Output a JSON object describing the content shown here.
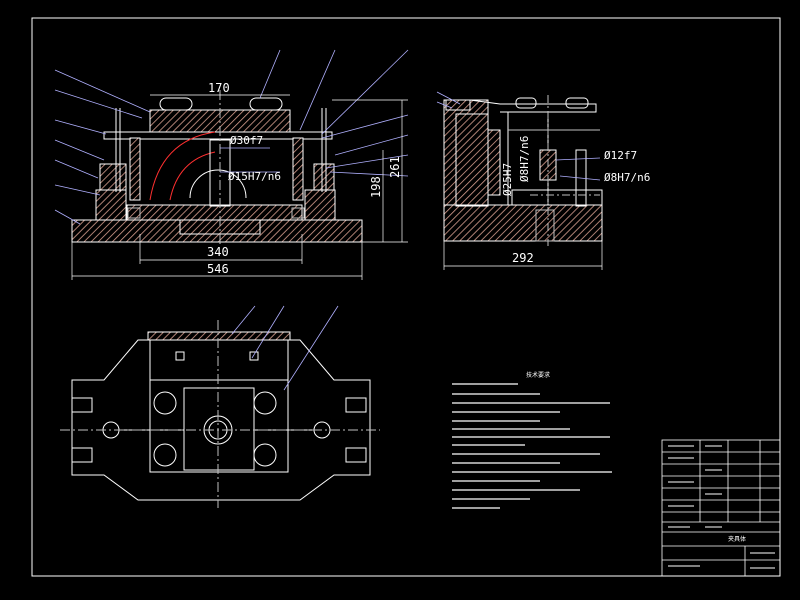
{
  "colors": {
    "background": "#000000",
    "outline": "#ffffff",
    "leader": "#b0b0ff",
    "hatch": "#d8a090",
    "hidden": "#c0c0c0",
    "section_red": "#ff3030"
  },
  "front_view": {
    "dim_top": "170",
    "dim_bore_1": "Ø30f7",
    "dim_bore_2": "Ø15H7/n6",
    "dim_height_1": "198",
    "dim_height_2": "261",
    "dim_bottom_1": "340",
    "dim_bottom_2": "546"
  },
  "side_view": {
    "dim_fit_1": "Ø12f7",
    "dim_fit_2": "Ø8H7/n6",
    "dim_fit_v1": "Ø8H7/n6",
    "dim_fit_v2": "Ø25H7",
    "dim_width": "292"
  },
  "notes": {
    "title": "技术要求"
  },
  "title_block": {
    "name": "夹具体"
  }
}
